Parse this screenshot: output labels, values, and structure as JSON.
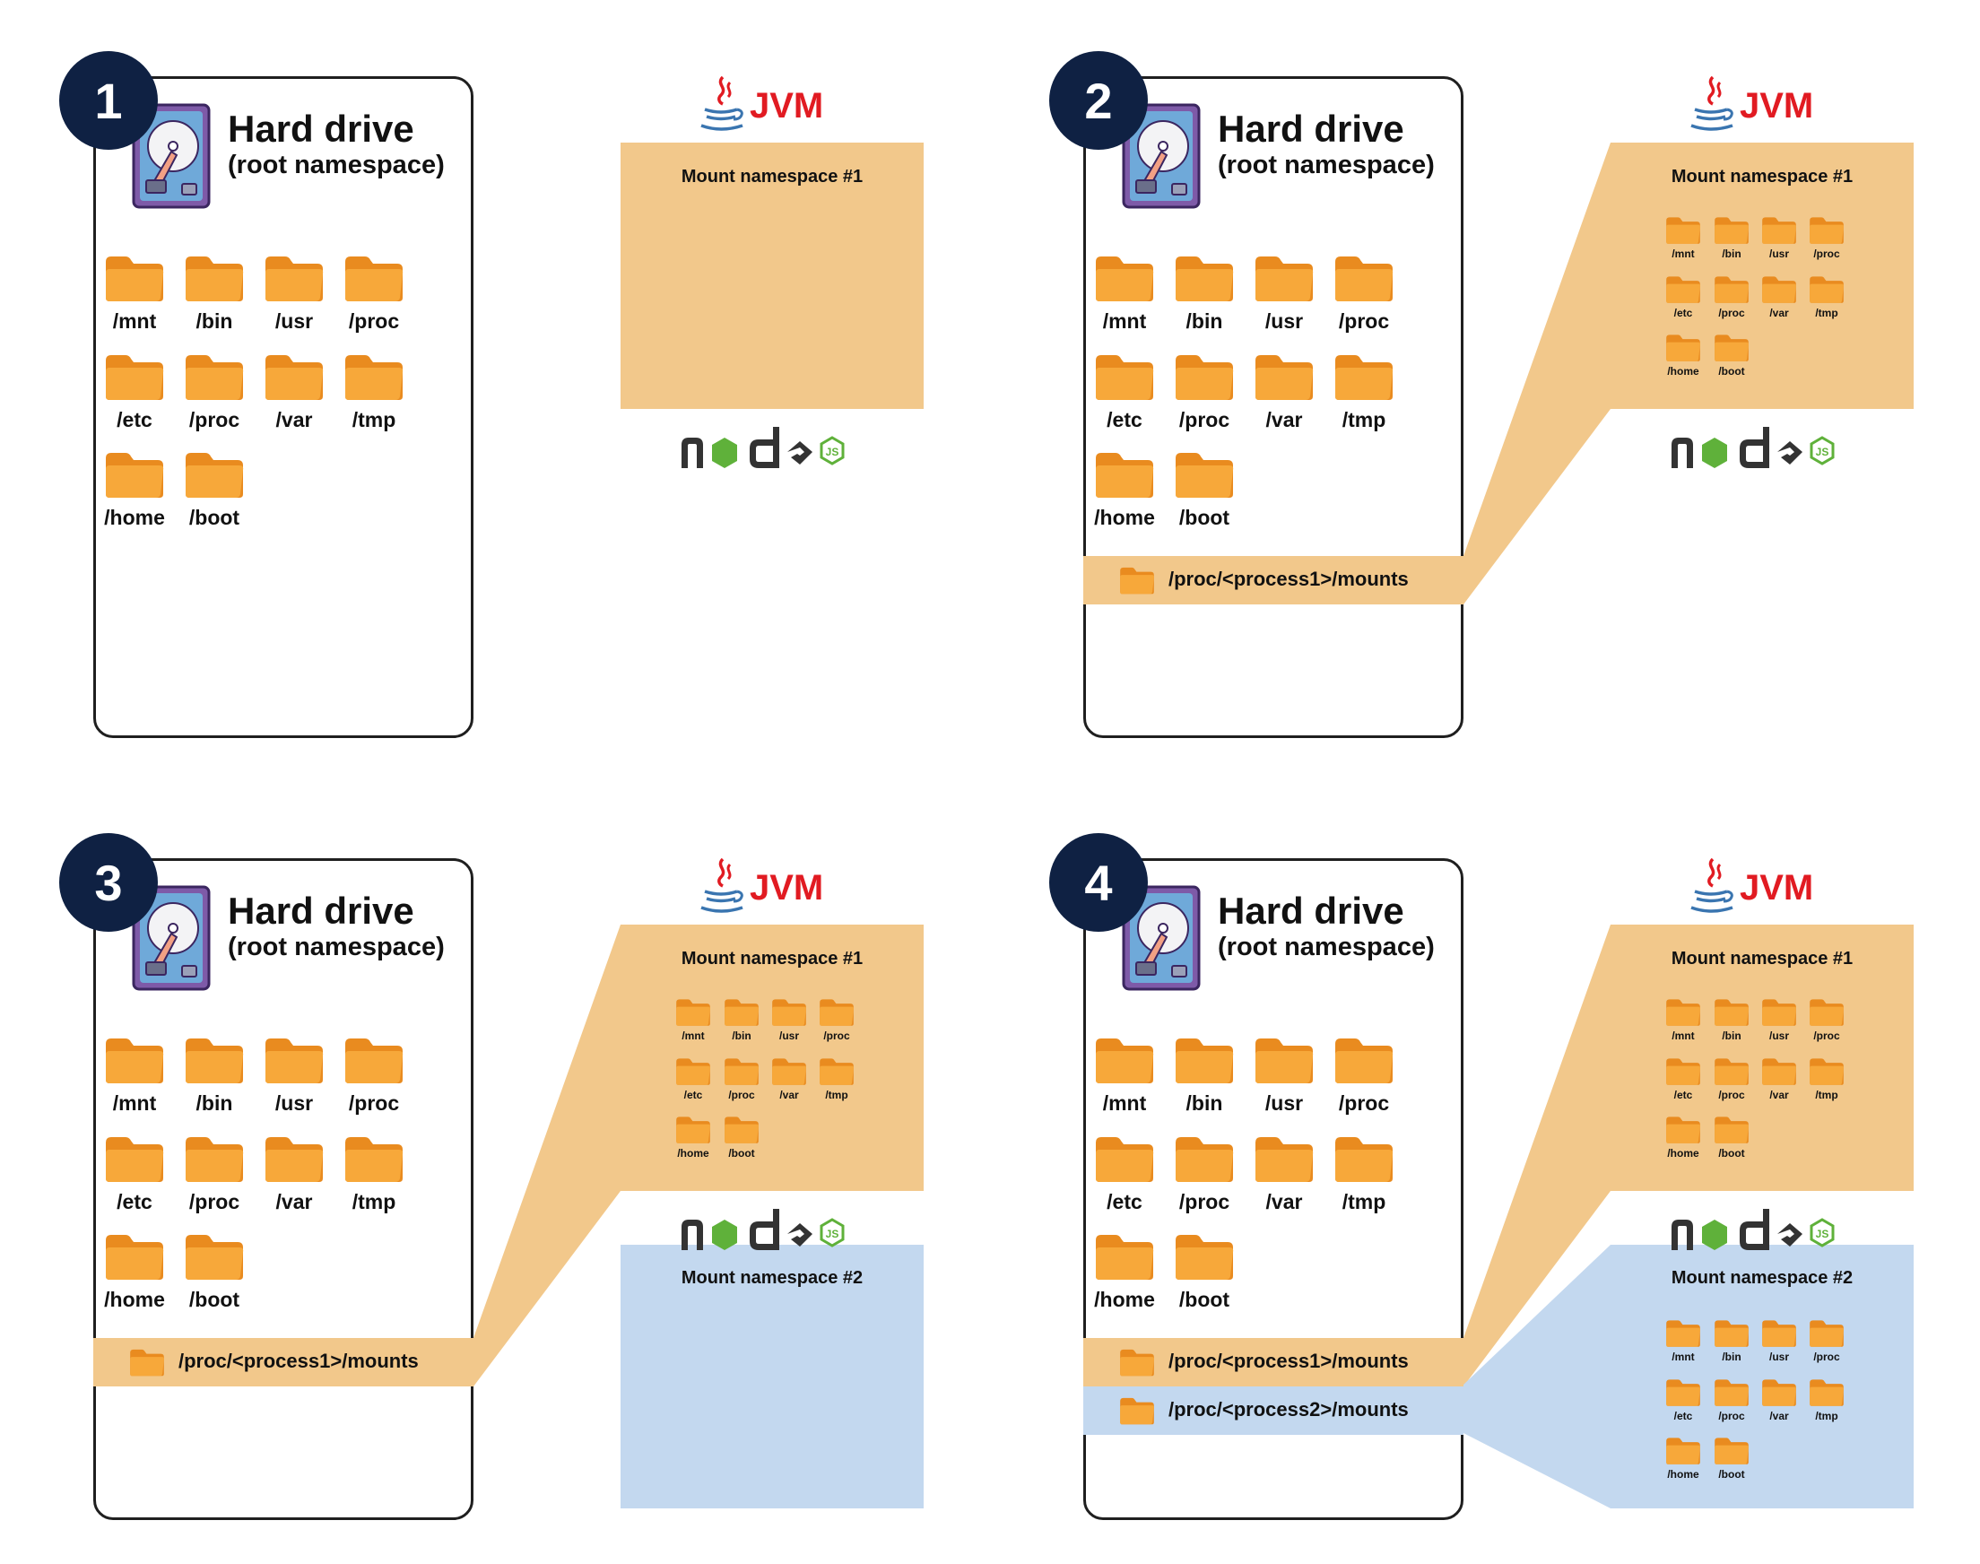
{
  "hard_drive": {
    "title": "Hard drive",
    "subtitle": "(root namespace)",
    "folders": [
      "/mnt",
      "/bin",
      "/usr",
      "/proc",
      "/etc",
      "/proc",
      "/var",
      "/tmp",
      "/home",
      "/boot"
    ]
  },
  "namespaces": {
    "ns1_title": "Mount namespace #1",
    "ns2_title": "Mount namespace #2",
    "folders": [
      "/mnt",
      "/bin",
      "/usr",
      "/proc",
      "/etc",
      "/proc",
      "/var",
      "/tmp",
      "/home",
      "/boot"
    ]
  },
  "mount_paths": {
    "process1": "/proc/<process1>/mounts",
    "process2": "/proc/<process2>/mounts"
  },
  "logos": {
    "jvm": "JVM",
    "java_icon": "java-cup-icon",
    "node_icon": "nodejs-logo-icon"
  },
  "colors": {
    "badge": "#0f2143",
    "namespace1": "#f2c88b",
    "namespace2": "#c3d8ef",
    "folder": "#f7a83a",
    "jvm_red": "#e11b22",
    "node_green": "#5fb13a"
  },
  "panels": [
    {
      "step": "1",
      "ns1_content": false,
      "mount1": false,
      "mount2": false,
      "ns2": false
    },
    {
      "step": "2",
      "ns1_content": true,
      "mount1": true,
      "mount2": false,
      "ns2": false
    },
    {
      "step": "3",
      "ns1_content": true,
      "mount1": true,
      "mount2": false,
      "ns2": true
    },
    {
      "step": "4",
      "ns1_content": true,
      "mount1": true,
      "mount2": true,
      "ns2": true
    }
  ]
}
